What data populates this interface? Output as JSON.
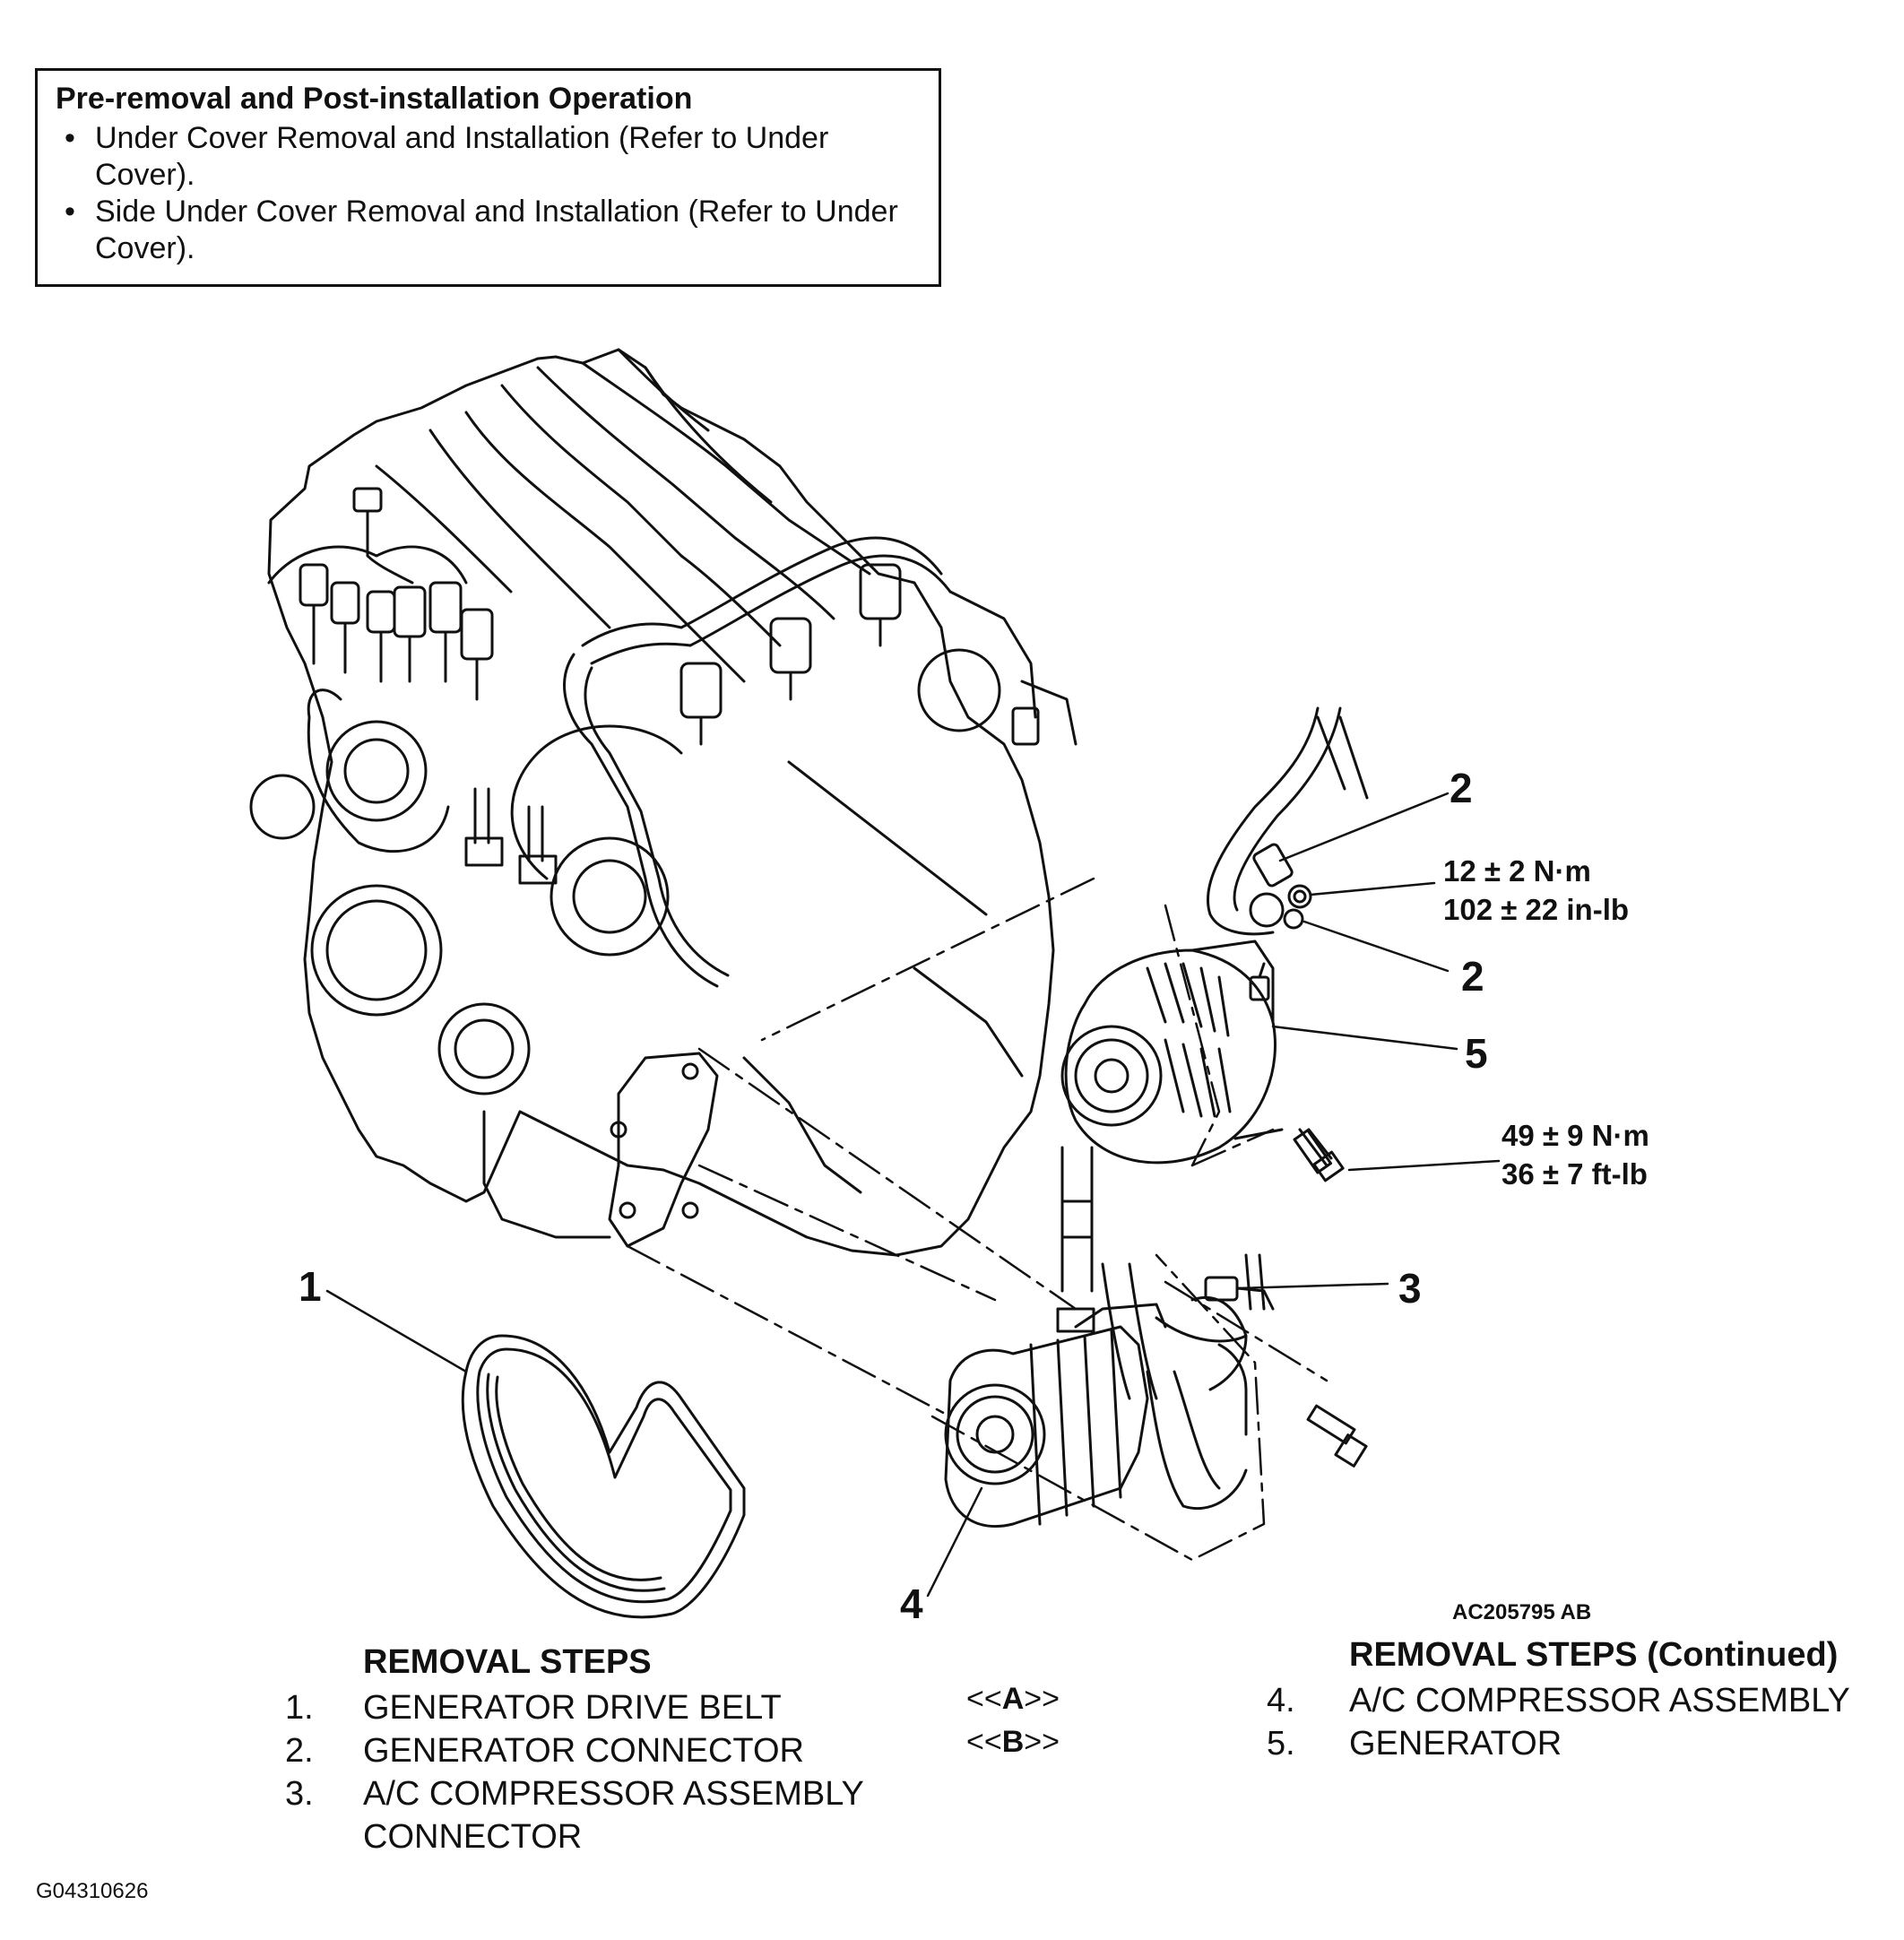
{
  "note": {
    "title": "Pre-removal and Post-installation Operation",
    "items": [
      "Under Cover Removal and Installation (Refer to Under Cover).",
      "Side Under Cover Removal and Installation  (Refer to Under Cover)."
    ]
  },
  "callouts": {
    "c2_top": "2",
    "c2_bottom": "2",
    "c5": "5",
    "c3": "3",
    "c1": "1",
    "c4": "4"
  },
  "torque": {
    "connector_nut": {
      "metric": "12 ± 2 N·m",
      "imperial": "102 ± 22 in-lb"
    },
    "generator_bolt": {
      "metric": "49 ± 9 N·m",
      "imperial": "36 ± 7 ft-lb"
    }
  },
  "illustration_code": "AC205795 AB",
  "steps_left": {
    "heading": "REMOVAL STEPS",
    "items": [
      {
        "num": "1.",
        "text": "GENERATOR DRIVE BELT"
      },
      {
        "num": "2.",
        "text": "GENERATOR CONNECTOR"
      },
      {
        "num": "3.",
        "text": "A/C COMPRESSOR ASSEMBLY"
      }
    ],
    "item3_cont": "CONNECTOR"
  },
  "steps_right": {
    "heading": "REMOVAL STEPS (Continued)",
    "items": [
      {
        "ref_pre": "<<",
        "ref_letter": "A",
        "ref_post": ">>",
        "num": "4.",
        "text": "A/C COMPRESSOR ASSEMBLY"
      },
      {
        "ref_pre": "<<",
        "ref_letter": "B",
        "ref_post": ">>",
        "num": "5.",
        "text": "GENERATOR"
      }
    ]
  },
  "figure_id": "G04310626"
}
